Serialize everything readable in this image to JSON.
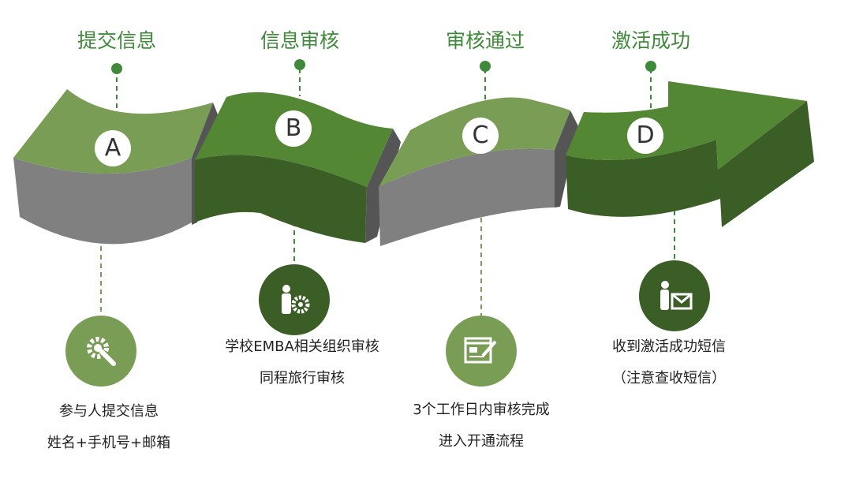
{
  "colors": {
    "light_green": "#7a9d55",
    "dark_green": "#548734",
    "deep_green": "#3b5e26",
    "gray": "#808080",
    "title_green": "#3f8a3a"
  },
  "steps": [
    {
      "title": "提交信息",
      "letter": "A",
      "icon": "gear-wrench-icon",
      "lines": [
        "参与人提交信息",
        "姓名+手机号+邮箱"
      ]
    },
    {
      "title": "信息审核",
      "letter": "B",
      "icon": "person-gear-icon",
      "lines": [
        "学校EMBA相关组织审核",
        "同程旅行审核"
      ]
    },
    {
      "title": "审核通过",
      "letter": "C",
      "icon": "document-edit-icon",
      "lines": [
        "3个工作日内审核完成",
        "进入开通流程"
      ]
    },
    {
      "title": "激活成功",
      "letter": "D",
      "icon": "person-envelope-icon",
      "lines": [
        "收到激活成功短信",
        "（注意查收短信）"
      ]
    }
  ]
}
